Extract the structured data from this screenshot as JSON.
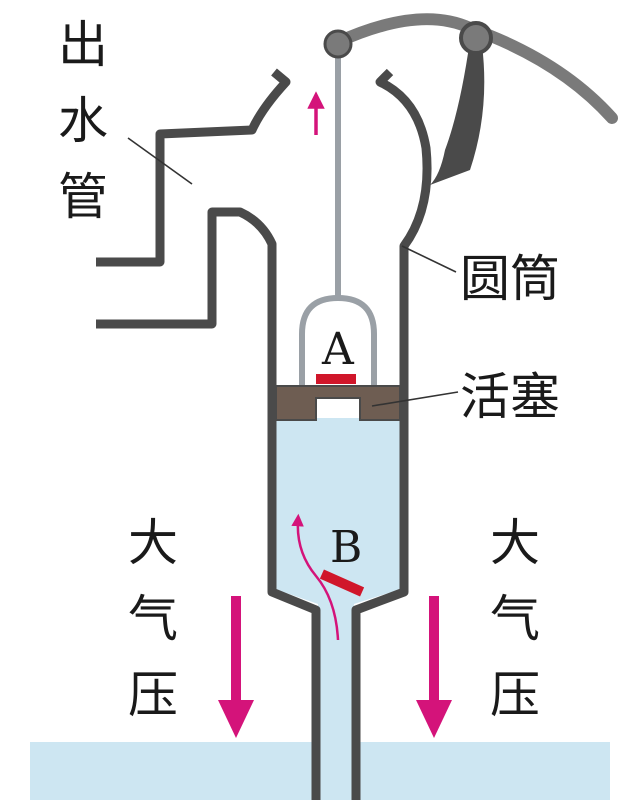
{
  "labels": {
    "outlet_pipe": [
      "出",
      "水",
      "管"
    ],
    "cylinder": "圆筒",
    "piston": "活塞",
    "valve_a": "A",
    "valve_b": "B",
    "pressure_left": [
      "大",
      "气",
      "压"
    ],
    "pressure_right": [
      "大",
      "气",
      "压"
    ]
  },
  "colors": {
    "outline": "#4a4a4a",
    "water": "#cde6f2",
    "piston": "#6e5d52",
    "valve": "#d0162a",
    "arrow": "#d4137a",
    "rod": "#9aa0a6",
    "handle": "#7a7a7a"
  }
}
